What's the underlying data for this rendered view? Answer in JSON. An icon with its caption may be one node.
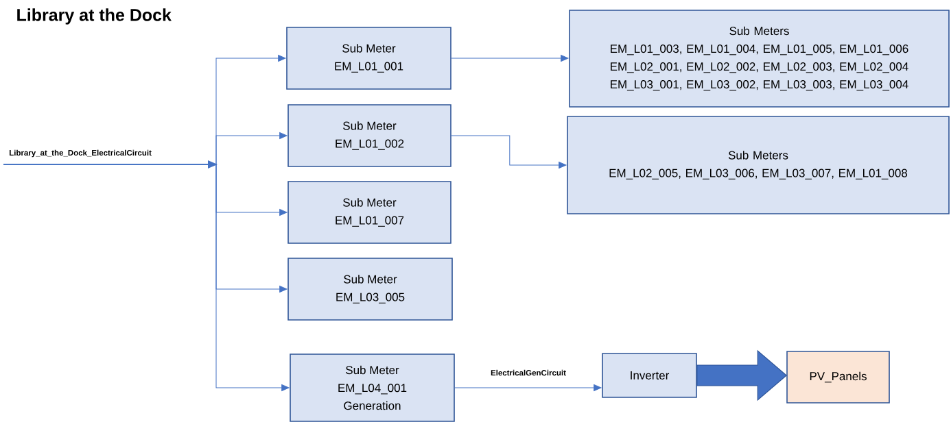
{
  "diagram": {
    "title": "Library at the Dock",
    "nodes": [
      {
        "text": [
          "Sub Meter",
          "EM_L01_001"
        ]
      },
      {
        "text": [
          "Sub Meters",
          "EM_L01_003, EM_L01_004, EM_L01_005, EM_L01_006 EM_L02_001, EM_L02_002, EM_L02_003, EM_L02_004 EM_L03_001, EM_L03_002, EM_L03_003, EM_L03_004"
        ]
      },
      {
        "text": [
          "Sub Meter",
          "EM_L01_002"
        ]
      },
      {
        "text": [
          "Sub Meters",
          "EM_L02_005, EM_L03_006, EM_L03_007, EM_L01_008"
        ]
      },
      {
        "text": [
          "Sub Meter",
          "EM_L01_007"
        ]
      },
      {
        "text": [
          "Sub Meter",
          "EM_L03_005"
        ]
      },
      {
        "text": [
          "Sub Meter",
          "EM_L04_001",
          "Generation"
        ]
      },
      {
        "text": [
          "Inverter"
        ]
      },
      {
        "text": [
          "PV_Panels"
        ]
      }
    ],
    "edges": [
      {
        "from": null,
        "to": 0,
        "arrow": "to",
        "label": "Library_at_the_Dock_ElectricalCircuit"
      },
      {
        "from": null,
        "to": 2,
        "arrow": "to"
      },
      {
        "from": null,
        "to": 4,
        "arrow": "to"
      },
      {
        "from": null,
        "to": 5,
        "arrow": "to"
      },
      {
        "from": null,
        "to": 6,
        "arrow": "to"
      },
      {
        "from": 0,
        "to": 1,
        "arrow": "to"
      },
      {
        "from": 2,
        "to": 3,
        "arrow": "to"
      },
      {
        "from": 6,
        "to": 7,
        "arrow": "to",
        "label": "ElectricalGenCircuit"
      },
      {
        "from": 7,
        "to": 8,
        "arrow": "to",
        "style": "thick"
      }
    ]
  }
}
